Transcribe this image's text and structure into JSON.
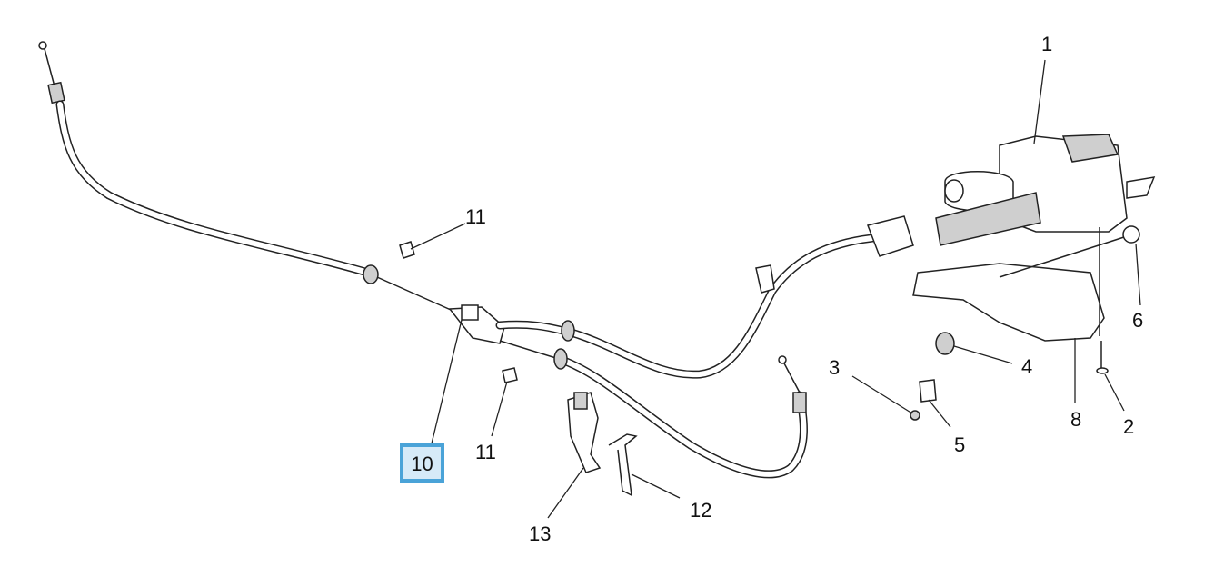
{
  "diagram": {
    "callouts": {
      "c1": "1",
      "c2": "2",
      "c3": "3",
      "c4": "4",
      "c5": "5",
      "c6": "6",
      "c8": "8",
      "c10": "10",
      "c11a": "11",
      "c11b": "11",
      "c12": "12",
      "c13": "13"
    },
    "highlighted_callout": "10",
    "highlight_colors": {
      "border": "#4aa3d8",
      "fill": "#d6eaf8"
    }
  }
}
